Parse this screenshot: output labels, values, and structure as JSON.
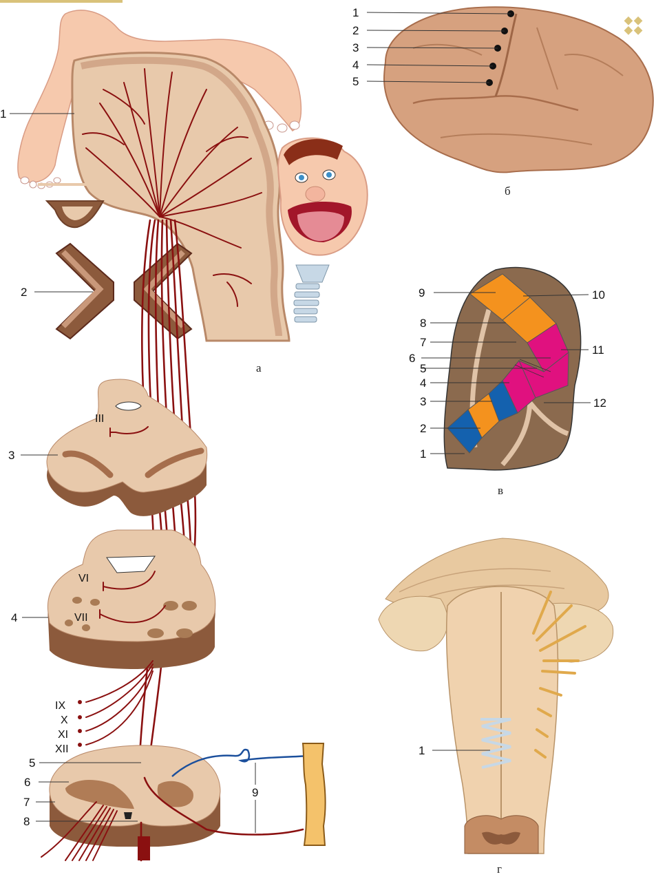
{
  "panels": {
    "a": {
      "caption": "а",
      "labels": [
        "1",
        "2",
        "3",
        "4",
        "5",
        "6",
        "7",
        "8",
        "9"
      ],
      "cranial_nerves": [
        "III",
        "VI",
        "VII",
        "IX",
        "X",
        "XI",
        "XII"
      ]
    },
    "b": {
      "caption": "б",
      "labels": [
        "1",
        "2",
        "3",
        "4",
        "5"
      ]
    },
    "v": {
      "caption": "в",
      "labels": [
        "1",
        "2",
        "3",
        "4",
        "5",
        "6",
        "7",
        "8",
        "9",
        "10",
        "11",
        "12"
      ]
    },
    "g": {
      "caption": "г",
      "labels": [
        "1"
      ]
    }
  },
  "colors": {
    "tract": "#8a1010",
    "tissue": "#e8c9ab",
    "tissue_dark": "#8c5a3c",
    "cut_surface": "#c9987a",
    "capsule_bg": "#8b6a4e",
    "orange": "#f4921e",
    "magenta": "#e0117f",
    "blue": "#1461ae",
    "sensory_nerve": "#1b4f9c",
    "skin": "#f6c9ad",
    "accent_diamond": "#d9c27a"
  },
  "icons": [
    "diamond-icon"
  ]
}
